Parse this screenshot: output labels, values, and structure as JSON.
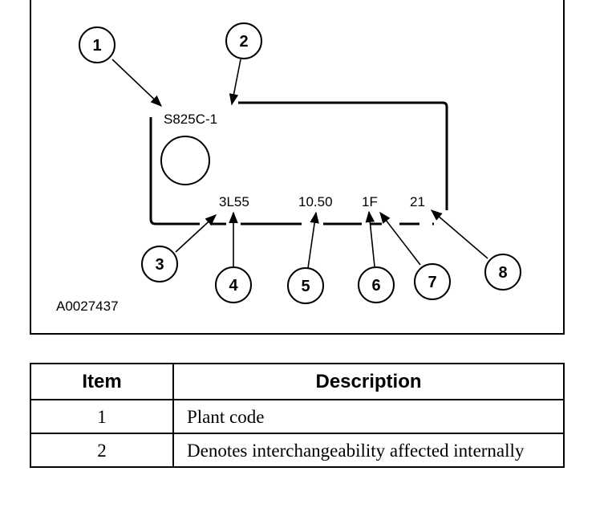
{
  "figure": {
    "id": "A0027437",
    "tag": {
      "code": "S825C-1",
      "model": "3L55",
      "value": "10.50",
      "suffix": "1F",
      "serial": "21"
    },
    "callouts": [
      "1",
      "2",
      "3",
      "4",
      "5",
      "6",
      "7",
      "8"
    ]
  },
  "table": {
    "headers": {
      "item": "Item",
      "description": "Description"
    },
    "rows": [
      {
        "item": "1",
        "description": "Plant code"
      },
      {
        "item": "2",
        "description": "Denotes interchangeability affected internally"
      }
    ]
  }
}
